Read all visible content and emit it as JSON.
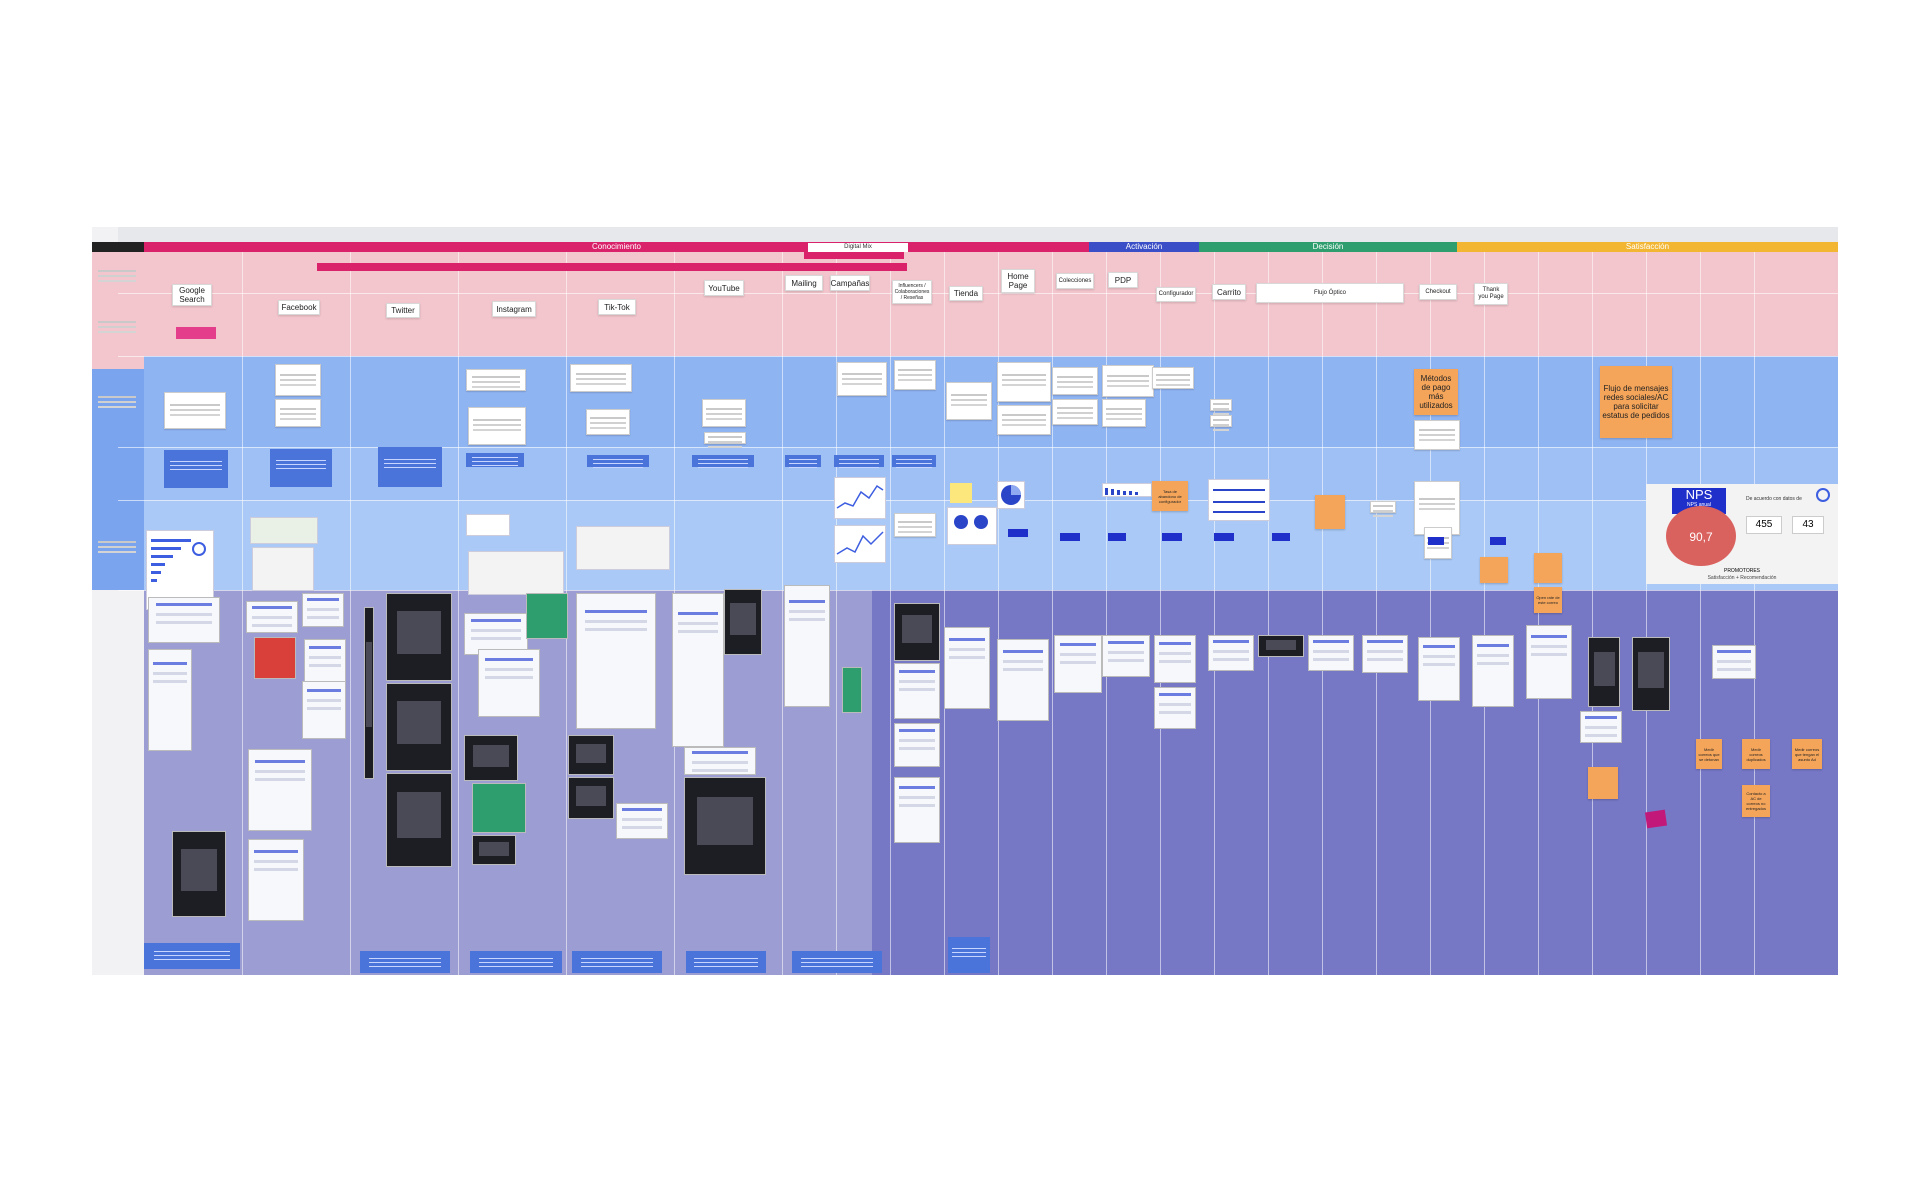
{
  "board": {
    "phases": [
      {
        "label": "Conocimiento",
        "color": "#d9226a"
      },
      {
        "label": "Activación",
        "color": "#3a4fc7"
      },
      {
        "label": "Decisión",
        "color": "#2f9e6e"
      },
      {
        "label": "Satisfacción",
        "color": "#f2b632"
      }
    ],
    "digital_mix_label": "Digital Mix",
    "touchpoints": [
      "Google Search",
      "Facebook",
      "Twitter",
      "Instagram",
      "Tik-Tok",
      "YouTube",
      "Mailing",
      "Campañas",
      "Influencers / Colaboraciones / Reseñas",
      "Tienda",
      "Home Page",
      "Colecciones",
      "PDP",
      "Configurador",
      "Carrito",
      "Flujo Óptico",
      "Checkout",
      "Thank you Page"
    ],
    "callouts": {
      "payment": "Métodos de pago más utilizados",
      "social_flow": "Flujo de mensajes redes sociales/AC para solicitar estatus de pedidos"
    },
    "nps": {
      "title": "NPS",
      "subtitle": "NPS anual",
      "score": "90,7",
      "stat1": "455",
      "stat2": "43",
      "caption_lead": "De acuerdo con datos de",
      "footer_title": "PROMOTORES",
      "footer_text": "Satisfacción + Recomendación"
    },
    "sticky_notes": [
      "Tasa de abandono de configurador",
      "Open rate de este correo",
      "Medir correos que se detonan",
      "Medir correos duplicados",
      "Medir correos que tengan el asunto Ad",
      "Contacto a AC de correos no entregados"
    ]
  }
}
